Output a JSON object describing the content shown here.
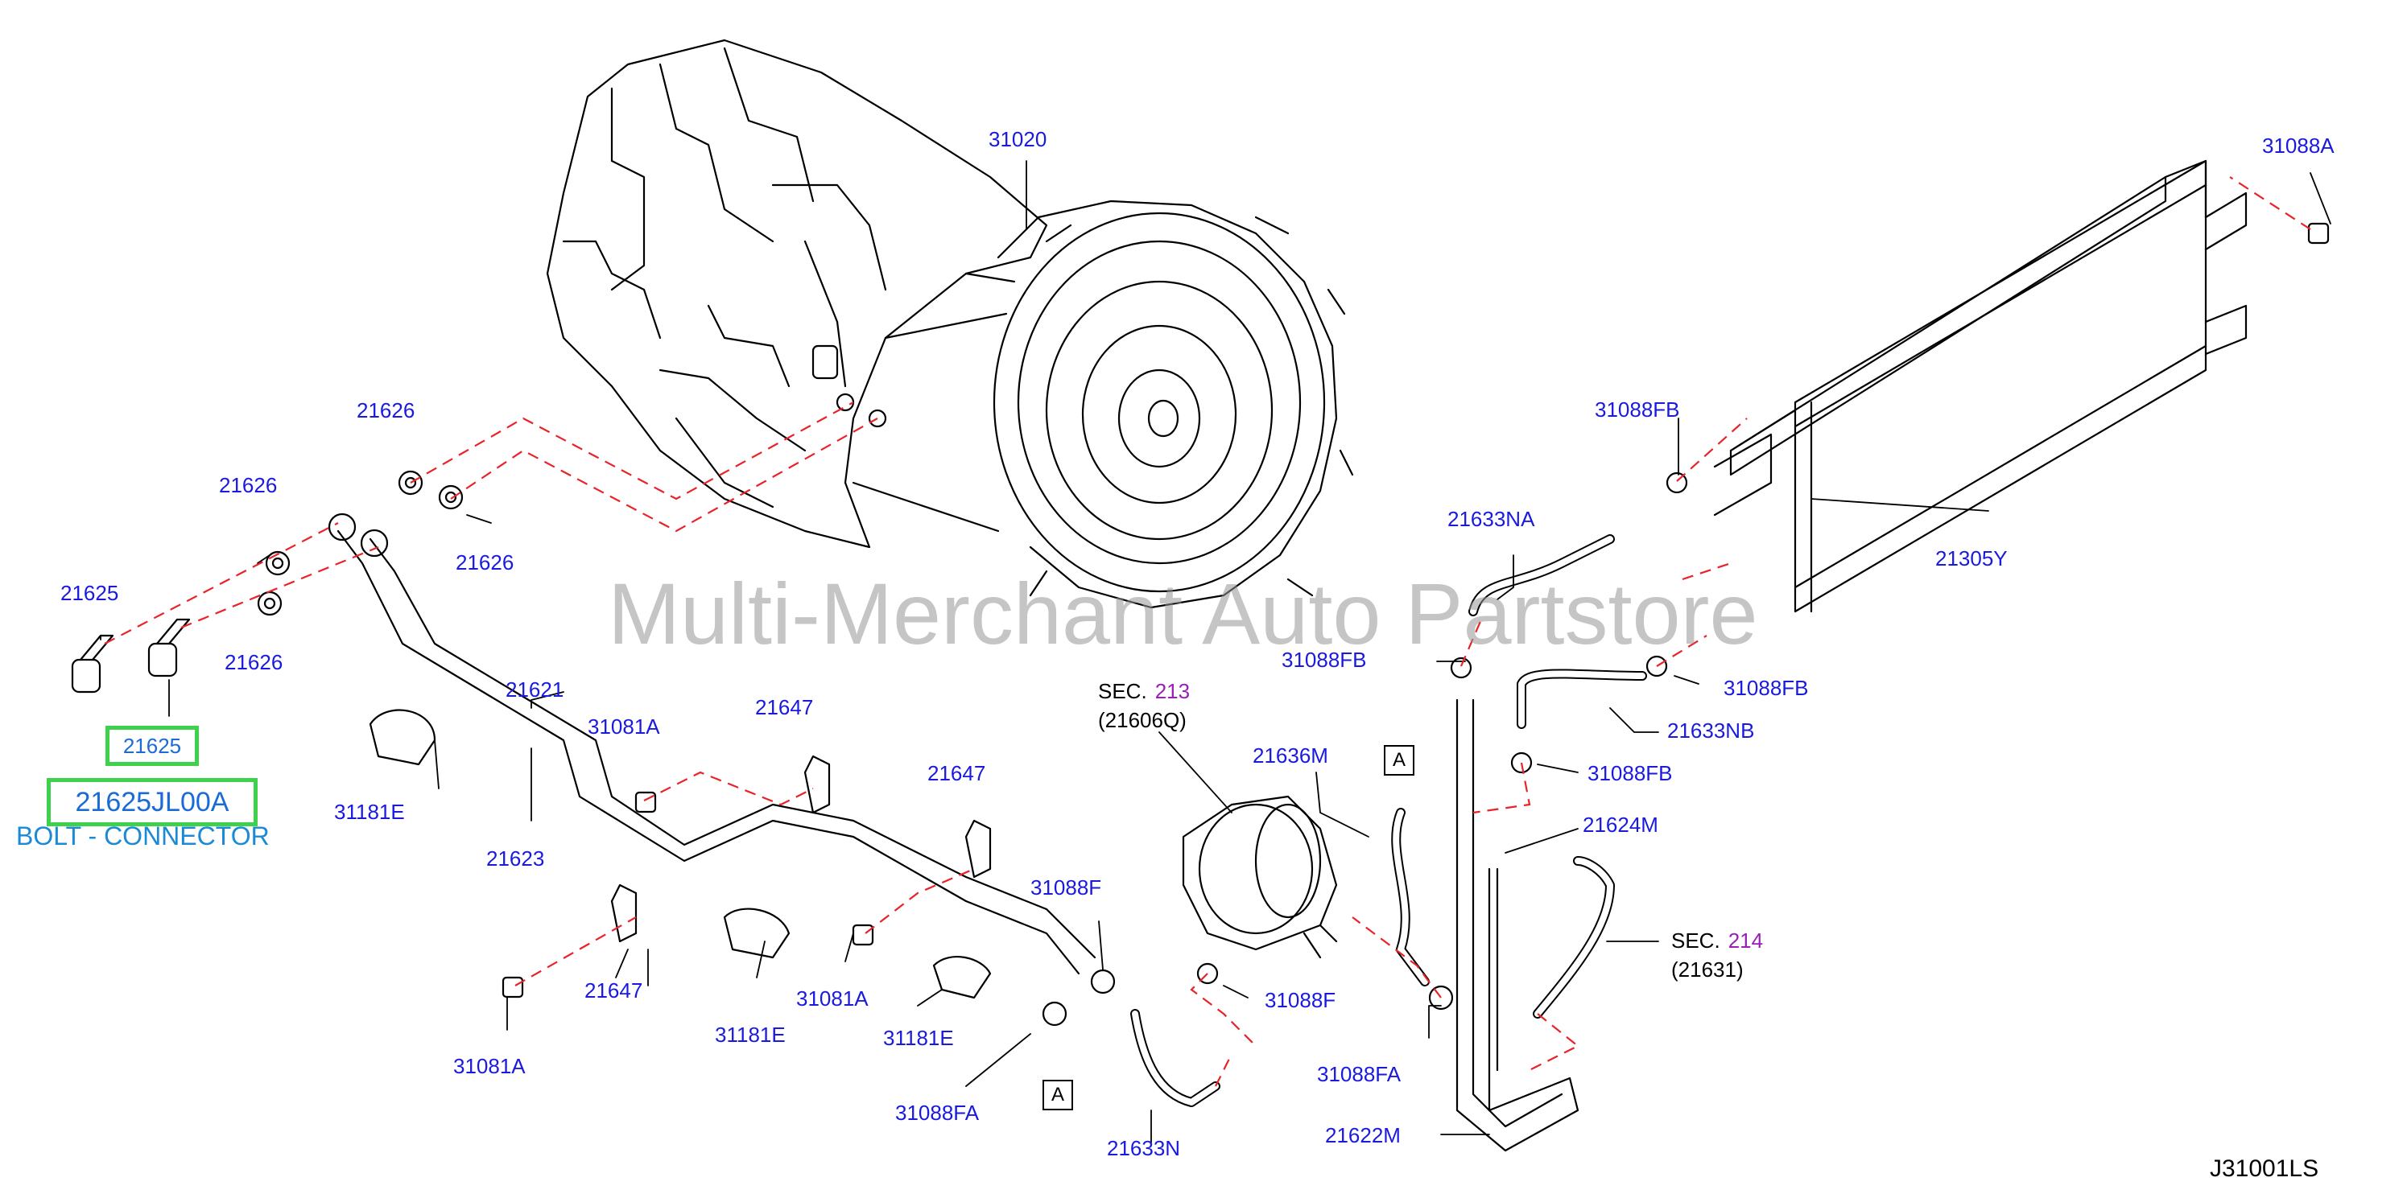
{
  "watermark": "Multi-Merchant Auto Partstore",
  "diagram_code": "J31001LS",
  "highlight": {
    "part_number": "21625",
    "oem_number": "21625JL00A",
    "description": "BOLT - CONNECTOR",
    "color": "#3ed14c"
  },
  "colors": {
    "label": "#1a1adf",
    "section_ref": "#9a1fb5",
    "leader_dashed": "#e8232a",
    "line_art": "#000000"
  },
  "sections": [
    {
      "prefix": "SEC.",
      "number": "213",
      "sub": "(21606Q)"
    },
    {
      "prefix": "SEC.",
      "number": "214",
      "sub": "(21631)"
    }
  ],
  "ref_markers": [
    "A",
    "A"
  ],
  "parts": [
    "31020",
    "31088A",
    "21626",
    "21626",
    "21626",
    "21626",
    "21625",
    "21621",
    "21623",
    "31181E",
    "31181E",
    "31181E",
    "31081A",
    "31081A",
    "31081A",
    "21647",
    "21647",
    "21647",
    "31088F",
    "31088F",
    "31088FA",
    "31088FA",
    "21633N",
    "21636M",
    "21622M",
    "21624M",
    "31088FB",
    "31088FB",
    "31088FB",
    "31088FB",
    "21633NA",
    "21633NB",
    "21305Y"
  ]
}
